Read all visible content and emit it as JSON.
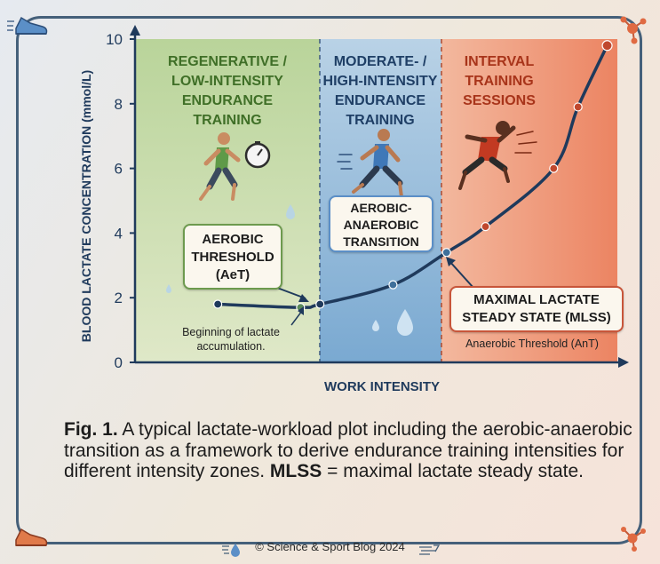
{
  "chart_data": {
    "type": "line",
    "xlabel": "WORK INTENSITY",
    "ylabel": "BLOOD LACTATE CONCENTRATION (mmol/L)",
    "ylim": [
      0,
      10
    ],
    "yticks": [
      0,
      2,
      4,
      6,
      8,
      10
    ],
    "grid": false,
    "series": [
      {
        "points": [
          {
            "x": 0.17,
            "y": 1.8
          },
          {
            "x": 0.34,
            "y": 1.7
          },
          {
            "x": 0.38,
            "y": 1.8
          },
          {
            "x": 0.53,
            "y": 2.4
          },
          {
            "x": 0.64,
            "y": 3.4
          },
          {
            "x": 0.72,
            "y": 4.2
          },
          {
            "x": 0.86,
            "y": 6.0
          },
          {
            "x": 0.91,
            "y": 7.9
          },
          {
            "x": 0.97,
            "y": 9.8
          }
        ]
      }
    ],
    "zones": [
      {
        "label_lines": [
          "REGENERATIVE /",
          "LOW-INTENSITY",
          "ENDURANCE",
          "TRAINING"
        ],
        "color": "#a9c98c",
        "title_color": "#3f6f27"
      },
      {
        "label_lines": [
          "MODERATE- /",
          "HIGH-INTENSITY",
          "ENDURANCE",
          "TRAINING"
        ],
        "color": "#8fb6d6",
        "title_color": "#1f3f66"
      },
      {
        "label_lines": [
          "INTERVAL",
          "TRAINING",
          "SESSIONS"
        ],
        "color": "#ee9a7a",
        "title_color": "#a8341a"
      }
    ],
    "annotations": {
      "aet_box": [
        "AEROBIC",
        "THRESHOLD",
        "(AeT)"
      ],
      "aet_note": [
        "Beginning of lactate",
        "accumulation."
      ],
      "transition_box": [
        "AEROBIC-",
        "ANAEROBIC",
        "TRANSITION"
      ],
      "mlss_box": [
        "MAXIMAL LACTATE",
        "STEADY STATE (MLSS)"
      ],
      "mlss_note": "Anaerobic Threshold (AnT)"
    }
  },
  "caption": {
    "fig_label": "Fig. 1.",
    "text_1": " A typical lactate-workload plot including the aerobic-anaerobic transition as a framework to derive endurance training intensities for different intensity zones. ",
    "bold_term": "MLSS",
    "text_2": " = maximal lactate steady state."
  },
  "footer": "© Science & Sport Blog 2024",
  "colors": {
    "line": "#1f3a5c",
    "axis": "#1f3a5c",
    "frame": "#45607a"
  },
  "icons": [
    "running-shoe-icon",
    "molecule-icon",
    "stopwatch-icon",
    "water-drop-icon",
    "runner-icon",
    "speed-lines-icon"
  ]
}
